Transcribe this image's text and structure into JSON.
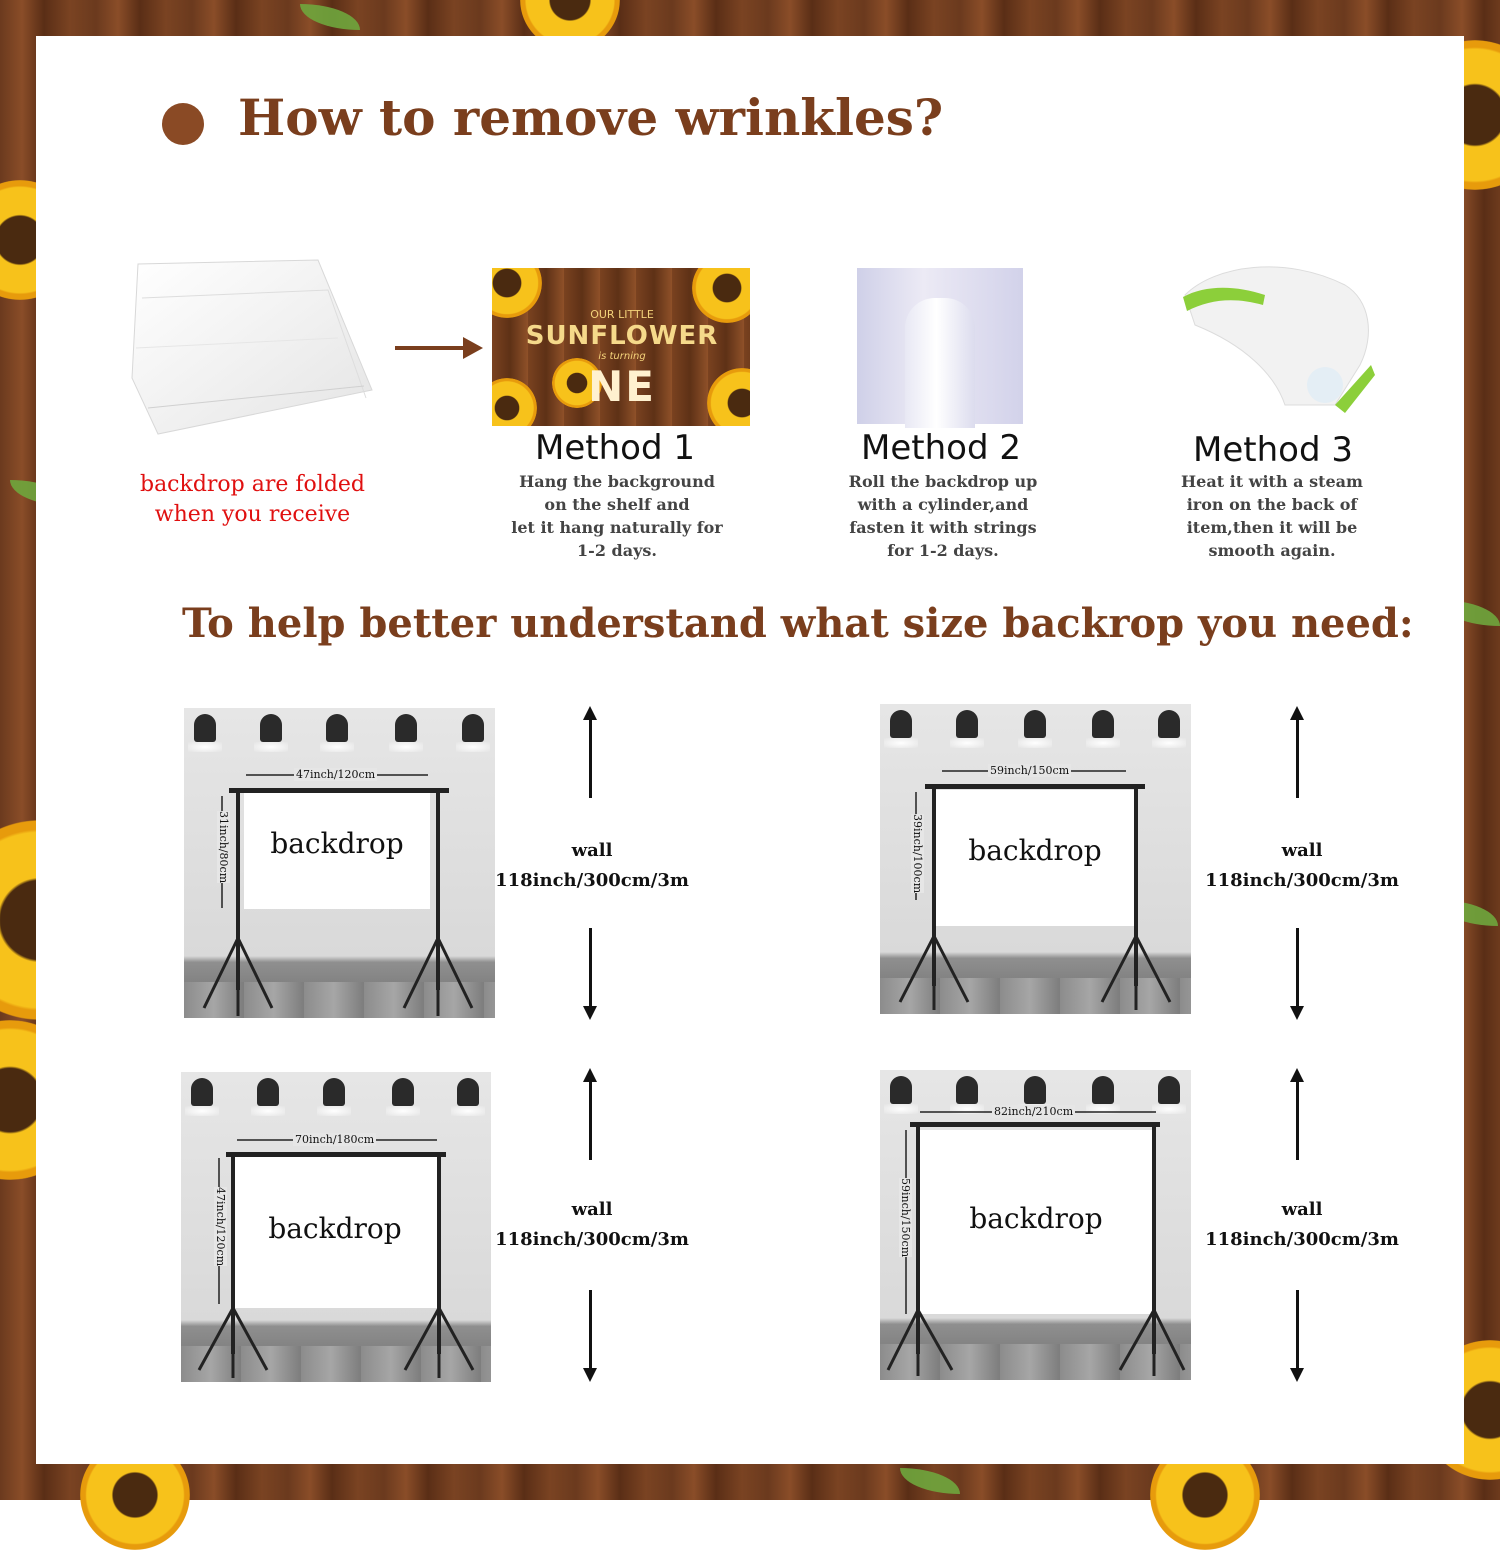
{
  "section1": {
    "title": "How to remove wrinkles?"
  },
  "folded": {
    "caption_line1": "backdrop are folded",
    "caption_line2": "when you receive"
  },
  "sample_backdrop": {
    "line1": "OUR LITTLE",
    "line2": "SUNFLOWER",
    "line3": "is turning",
    "line4": "NE"
  },
  "methods": [
    {
      "title": "Method 1",
      "desc": [
        "Hang the background",
        "on the shelf and",
        "let it hang naturally for",
        "1-2 days."
      ]
    },
    {
      "title": "Method 2",
      "desc": [
        "Roll the backdrop up",
        "with a cylinder,and",
        "fasten it with strings",
        "for 1-2 days."
      ]
    },
    {
      "title": "Method 3",
      "desc": [
        "Heat it with a steam",
        "iron on the back of",
        "item,then it will be",
        "smooth again."
      ]
    }
  ],
  "section2": {
    "title": "To help better understand what size backrop you need:"
  },
  "sizes": [
    {
      "label": "backdrop",
      "width": "47inch/120cm",
      "height": "31inch/80cm",
      "wall_label": "wall",
      "wall_size": "118inch/300cm/3m"
    },
    {
      "label": "backdrop",
      "width": "59inch/150cm",
      "height": "39inch/100cm",
      "wall_label": "wall",
      "wall_size": "118inch/300cm/3m"
    },
    {
      "label": "backdrop",
      "width": "70inch/180cm",
      "height": "47inch/120cm",
      "wall_label": "wall",
      "wall_size": "118inch/300cm/3m"
    },
    {
      "label": "backdrop",
      "width": "82inch/210cm",
      "height": "59inch/150cm",
      "wall_label": "wall",
      "wall_size": "118inch/300cm/3m"
    }
  ],
  "colors": {
    "heading": "#7a3e1d",
    "accent_dot": "#8a4a25",
    "caption_red": "#e01010"
  }
}
